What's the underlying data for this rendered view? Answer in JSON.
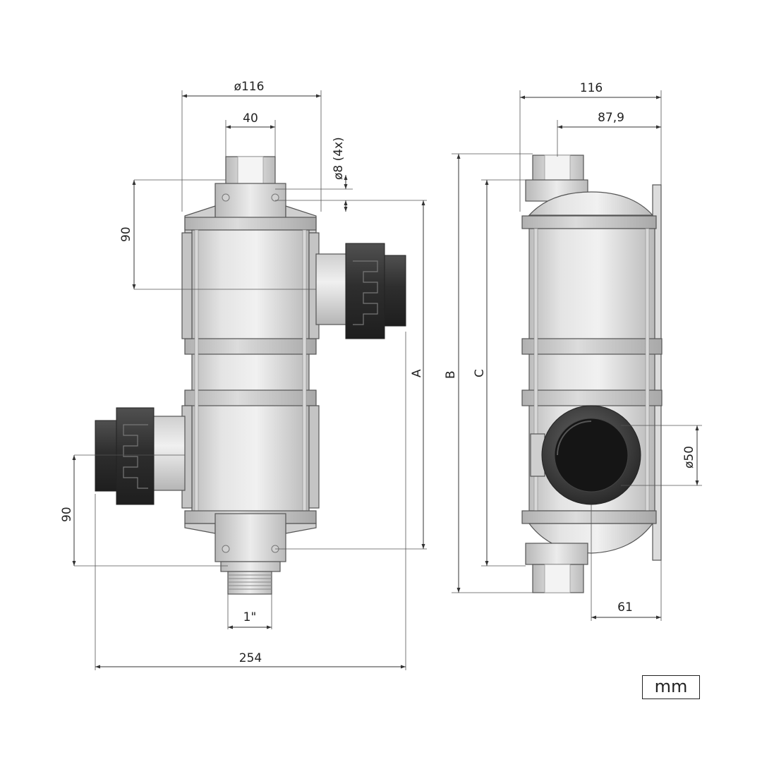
{
  "front_view": {
    "diameter_label": "ø116",
    "connector_width_label": "40",
    "mounting_hole_label": "ø8 (4x)",
    "upper_offset_label": "90",
    "lower_offset_label": "90",
    "thread_label": "1\"",
    "overall_width_label": "254",
    "length_label": "A"
  },
  "side_view": {
    "width_label": "116",
    "depth_label": "87,9",
    "length_b_label": "B",
    "length_c_label": "C",
    "pipe_diameter_label": "ø50",
    "offset_label": "61"
  },
  "unit_label": "mm",
  "colors": {
    "body_light": "#e9e9e9",
    "body_shade": "#c9c9c9",
    "fitting_dark": "#3a3a3a",
    "line": "#333333"
  }
}
